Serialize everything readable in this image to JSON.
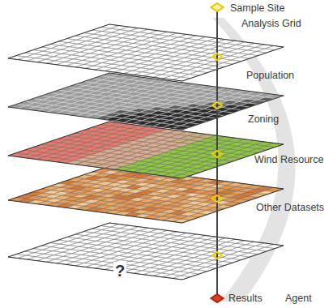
{
  "diagram": {
    "labels": [
      "Sample Site",
      "Analysis Grid",
      "Population",
      "Zoning",
      "Wind Resource",
      "Other Datasets",
      "?",
      "Results",
      "Agent"
    ]
  }
}
